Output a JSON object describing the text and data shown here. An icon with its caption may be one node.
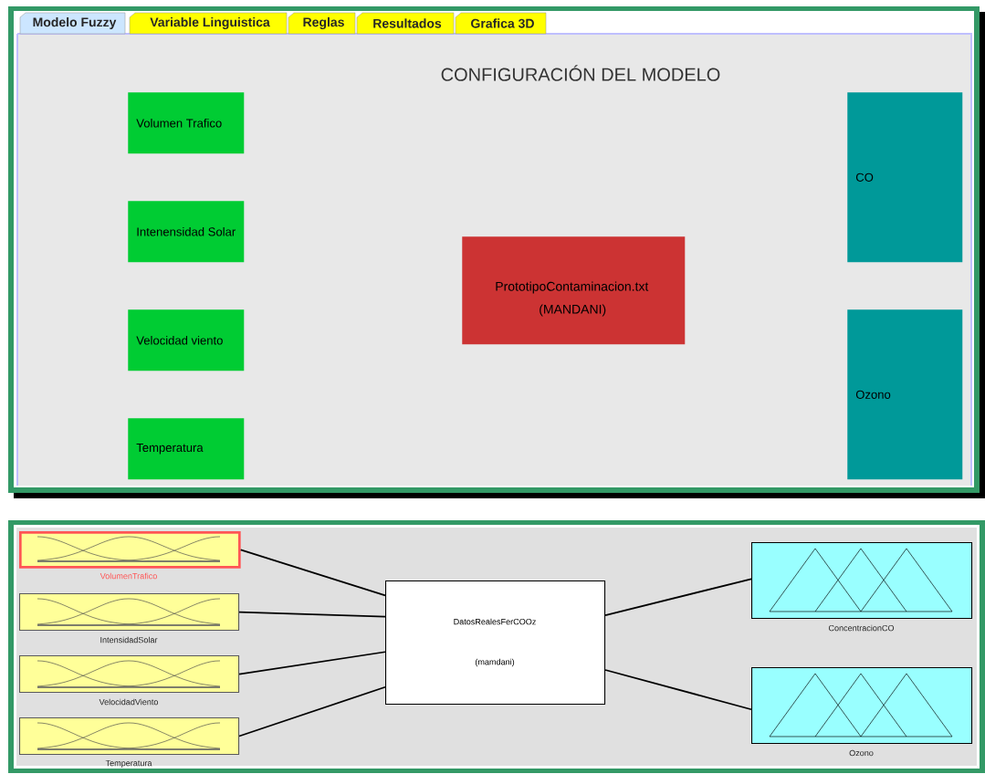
{
  "diagram": {
    "title": "CONFIGURACIÓN DEL MODELO",
    "nodes": [
      {
        "text": [
          "Volumen Trafico"
        ]
      },
      {
        "text": [
          "Intenensidad Solar"
        ]
      },
      {
        "text": [
          "Velocidad viento"
        ]
      },
      {
        "text": [
          "Temperatura"
        ]
      },
      {
        "text": [
          "PrototipoContaminacion.txt",
          "(MANDANI)"
        ]
      },
      {
        "text": [
          "CO"
        ]
      },
      {
        "text": [
          "Ozono"
        ]
      },
      {
        "text": [],
        "shape": "box",
        "beside": [
          "VolumenTrafico"
        ]
      },
      {
        "text": [],
        "shape": "box",
        "beside": [
          "IntensidadSolar"
        ]
      },
      {
        "text": [],
        "shape": "box",
        "beside": [
          "VelocidadViento"
        ]
      },
      {
        "text": [],
        "shape": "box",
        "beside": [
          "Temperatura"
        ]
      },
      {
        "text": [
          "DatosRealesFerCOOz",
          "(mamdani)"
        ]
      },
      {
        "text": [],
        "shape": "box",
        "beside": [
          "ConcentracionCO"
        ]
      },
      {
        "text": [],
        "shape": "box",
        "beside": [
          "Ozono"
        ]
      }
    ],
    "edges": [
      {
        "from": 7,
        "to": 11,
        "arrow": "none"
      },
      {
        "from": 8,
        "to": 11,
        "arrow": "none"
      },
      {
        "from": 9,
        "to": 11,
        "arrow": "none"
      },
      {
        "from": 10,
        "to": 11,
        "arrow": "none"
      },
      {
        "from": 11,
        "to": 12,
        "arrow": "none"
      },
      {
        "from": 11,
        "to": 13,
        "arrow": "none"
      }
    ],
    "labels": [
      "Modelo Fuzzy",
      "Variable Linguistica",
      "Reglas",
      "Resultados",
      "Grafica 3D"
    ]
  }
}
